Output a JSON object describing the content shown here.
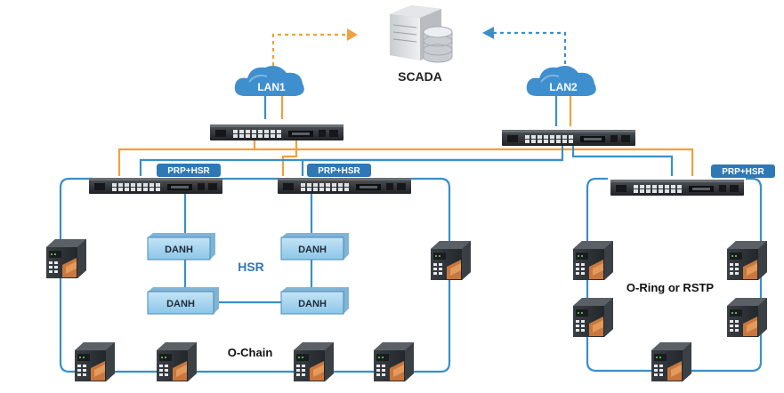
{
  "labels": {
    "scada": "SCADA",
    "lan1": "LAN1",
    "lan2": "LAN2",
    "prp_hsr_left": "PRP+HSR",
    "prp_hsr_middle": "PRP+HSR",
    "prp_hsr_right": "PRP+HSR",
    "danh_top_left": "DANH",
    "danh_top_right": "DANH",
    "danh_bottom_left": "DANH",
    "danh_bottom_right": "DANH",
    "hsr": "HSR",
    "o_chain": "O-Chain",
    "o_ring": "O-Ring or RSTP"
  },
  "colors": {
    "orange": "#f0a040",
    "blue": "#3a8fc9",
    "cloud": "#3f8fcf",
    "badge": "#2f78b5",
    "danh_fill": "#a8d6f0",
    "danh_stroke": "#4a8ab5",
    "hsr_text": "#2f78b5"
  }
}
